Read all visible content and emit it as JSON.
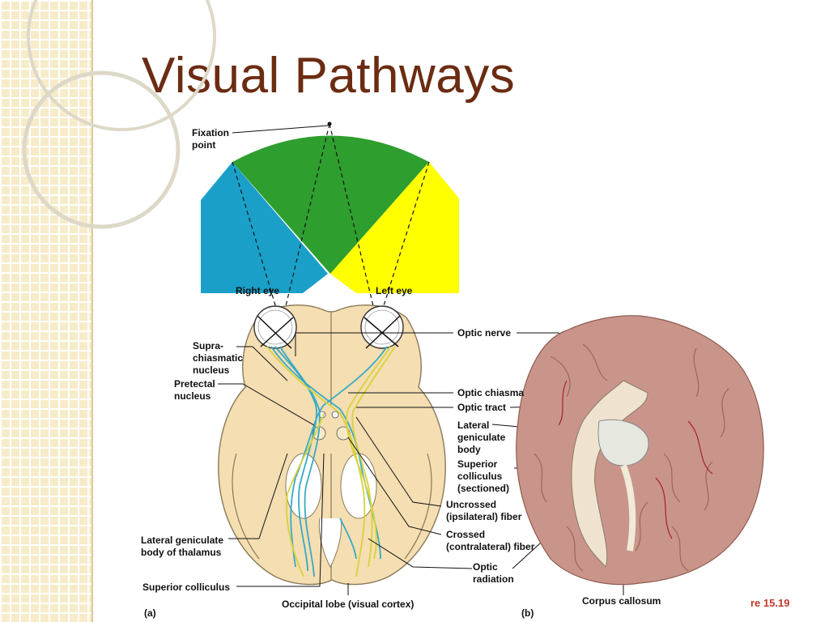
{
  "slide": {
    "title": "Visual Pathways",
    "figure_ref": "re 15.19"
  },
  "colors": {
    "title": "#6b2c12",
    "figure_ref": "#c0392b",
    "field_blue": "#1aa0c8",
    "field_green": "#2e9e2e",
    "field_yellow": "#ffff00",
    "brain_tissue": "#f4deb2",
    "brain_photo": "#c9958a",
    "fiber_blue": "#37a9c4",
    "fiber_yellow": "#d8d23a"
  },
  "labels": {
    "fixation_point": "Fixation\npoint",
    "right_eye": "Right eye",
    "left_eye": "Left eye",
    "suprachiasmatic": "Supra-\nchiasmatic\nnucleus",
    "pretectal": "Pretectal\nnucleus",
    "lgn_thalamus": "Lateral geniculate\nbody of thalamus",
    "superior_colliculus_a": "Superior colliculus",
    "occipital_lobe": "Occipital lobe (visual cortex)",
    "optic_nerve": "Optic nerve",
    "optic_chiasma": "Optic chiasma",
    "optic_tract": "Optic tract",
    "lgn_body": "Lateral\ngeniculate\nbody",
    "superior_colliculus_b": "Superior\ncolliculus\n(sectioned)",
    "uncrossed": "Uncrossed\n(ipsilateral) fiber",
    "crossed": "Crossed\n(contralateral) fiber",
    "optic_radiation": "Optic\nradiation",
    "corpus_callosum": "Corpus callosum",
    "panel_a": "(a)",
    "panel_b": "(b)"
  }
}
